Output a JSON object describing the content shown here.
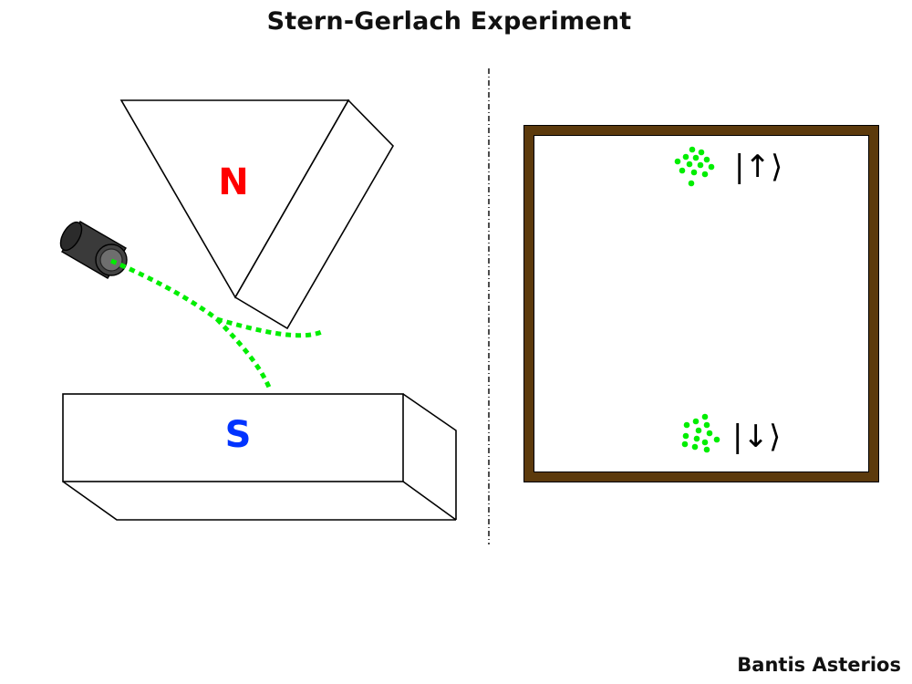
{
  "title": "Stern-Gerlach Experiment",
  "author": "Bantis Asterios",
  "magnets": {
    "north": {
      "label": "N",
      "color": "#ff0000"
    },
    "south": {
      "label": "S",
      "color": "#0033ff"
    }
  },
  "beam": {
    "color": "#00ee00"
  },
  "screen": {
    "frame_color": "#5c3a0c",
    "states": [
      {
        "ket": "|↑⟩"
      },
      {
        "ket": "|↓⟩"
      }
    ]
  },
  "icons": [
    "oven-source-icon",
    "dashed-divider"
  ]
}
